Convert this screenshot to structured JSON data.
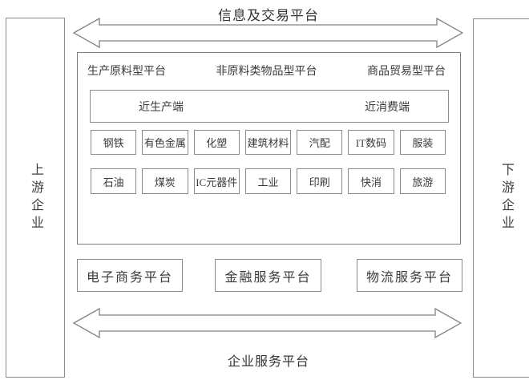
{
  "header": {
    "title": "信息及交易平台"
  },
  "footer": {
    "title": "企业服务平台"
  },
  "left_panel": {
    "label": "上游企业"
  },
  "right_panel": {
    "label": "下游企业"
  },
  "platform_box": {
    "categories": [
      "生产原料型平台",
      "非原料类物品型平台",
      "商品贸易型平台"
    ],
    "spectrum": {
      "left": "近生产端",
      "right": "近消费端"
    },
    "industries_row1": [
      "钢铁",
      "有色金属",
      "化塑",
      "建筑材料",
      "汽配",
      "IT数码",
      "服装"
    ],
    "industries_row2": [
      "石油",
      "煤炭",
      "IC元器件",
      "工业",
      "印刷",
      "快消",
      "旅游"
    ]
  },
  "service_platforms": [
    "电子商务平台",
    "金融服务平台",
    "物流服务平台"
  ],
  "colors": {
    "line": "#828282",
    "text": "#3a3a3a",
    "background": "#ffffff"
  }
}
